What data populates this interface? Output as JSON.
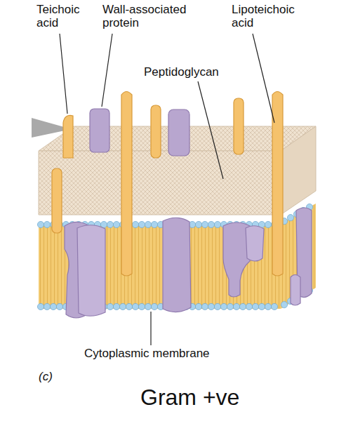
{
  "diagram": {
    "caption": "Gram +ve",
    "labels": [
      "Teichoic acid",
      "Wall-associated protein",
      "Lipoteichoic acid",
      "Peptidoglycan",
      "Cytoplasmic membrane",
      "(c)"
    ]
  }
}
